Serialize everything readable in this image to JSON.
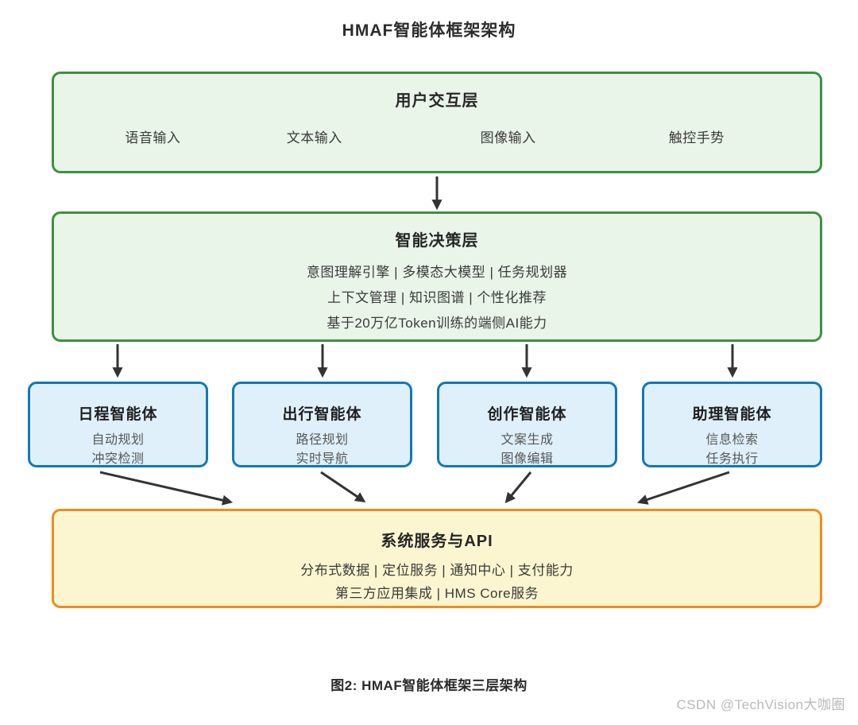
{
  "title": "HMAF智能体框架架构",
  "layers": {
    "user_interaction": {
      "title": "用户交互层",
      "items": [
        "语音输入",
        "文本输入",
        "图像输入",
        "触控手势"
      ]
    },
    "decision": {
      "title": "智能决策层",
      "lines": [
        "意图理解引擎 | 多模态大模型 | 任务规划器",
        "上下文管理 | 知识图谱 | 个性化推荐",
        "基于20万亿Token训练的端侧AI能力"
      ]
    },
    "agents": [
      {
        "title": "日程智能体",
        "features": [
          "自动规划",
          "冲突检测"
        ]
      },
      {
        "title": "出行智能体",
        "features": [
          "路径规划",
          "实时导航"
        ]
      },
      {
        "title": "创作智能体",
        "features": [
          "文案生成",
          "图像编辑"
        ]
      },
      {
        "title": "助理智能体",
        "features": [
          "信息检索",
          "任务执行"
        ]
      }
    ],
    "system": {
      "title": "系统服务与API",
      "lines": [
        "分布式数据 | 定位服务 | 通知中心 | 支付能力",
        "第三方应用集成 | HMS Core服务"
      ]
    }
  },
  "caption": "图2: HMAF智能体框架三层架构",
  "watermark": "CSDN @TechVision大咖圈",
  "colors": {
    "green_border": "#3d9140",
    "green_fill": "#eaf5ea",
    "blue_border": "#1178b8",
    "blue_fill": "#dff0fa",
    "orange_border": "#ef8c1e",
    "yellow_fill": "#fcf6d0",
    "arrow": "#333333"
  }
}
